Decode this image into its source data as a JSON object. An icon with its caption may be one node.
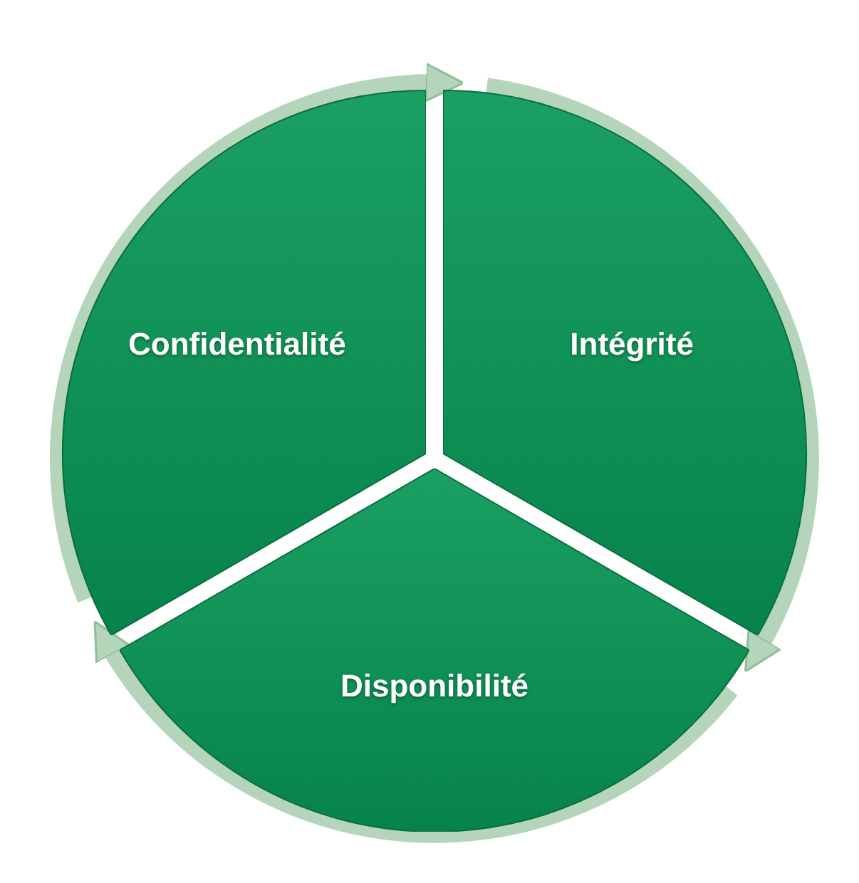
{
  "diagram": {
    "nodes": [
      {
        "text": [
          "Confidentialité"
        ]
      },
      {
        "text": [
          "Intégrité"
        ]
      },
      {
        "text": [
          "Disponibilité"
        ]
      }
    ],
    "edges": [
      {
        "from": 0,
        "to": 1,
        "arrow": "to"
      },
      {
        "from": 1,
        "to": 2,
        "arrow": "to"
      },
      {
        "from": 2,
        "to": 0,
        "arrow": "to"
      }
    ]
  }
}
